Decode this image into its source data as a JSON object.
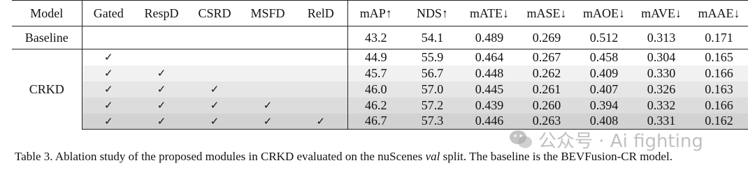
{
  "table": {
    "headers": [
      "Model",
      "Gated",
      "RespD",
      "CSRD",
      "MSFD",
      "RelD",
      "mAP↑",
      "NDS↑",
      "mATE↓",
      "mASE↓",
      "mAOE↓",
      "mAVE↓",
      "mAAE↓"
    ],
    "baseline": {
      "model": "Baseline",
      "values": [
        "43.2",
        "54.1",
        "0.489",
        "0.269",
        "0.512",
        "0.313",
        "0.171"
      ]
    },
    "crkd": {
      "model": "CRKD",
      "rows": [
        {
          "checks": [
            "✓",
            "",
            "",
            "",
            ""
          ],
          "values": [
            "44.9",
            "55.9",
            "0.464",
            "0.267",
            "0.458",
            "0.304",
            "0.165"
          ]
        },
        {
          "checks": [
            "✓",
            "✓",
            "",
            "",
            ""
          ],
          "values": [
            "45.7",
            "56.7",
            "0.448",
            "0.262",
            "0.409",
            "0.330",
            "0.166"
          ]
        },
        {
          "checks": [
            "✓",
            "✓",
            "✓",
            "",
            ""
          ],
          "values": [
            "46.0",
            "57.0",
            "0.445",
            "0.261",
            "0.407",
            "0.326",
            "0.163"
          ]
        },
        {
          "checks": [
            "✓",
            "✓",
            "✓",
            "✓",
            ""
          ],
          "values": [
            "46.2",
            "57.2",
            "0.439",
            "0.260",
            "0.394",
            "0.332",
            "0.166"
          ]
        },
        {
          "checks": [
            "✓",
            "✓",
            "✓",
            "✓",
            "✓"
          ],
          "values": [
            "46.7",
            "57.3",
            "0.446",
            "0.263",
            "0.408",
            "0.331",
            "0.162"
          ]
        }
      ]
    }
  },
  "caption": {
    "prefix": "Table 3. Ablation study of the proposed modules in CRKD evaluated on the nuScenes ",
    "italic": "val",
    "suffix": " split. The baseline is the BEVFusion-CR model."
  },
  "watermark": {
    "text": "公众号 · Ai fighting",
    "icon": "wechat-icon"
  }
}
